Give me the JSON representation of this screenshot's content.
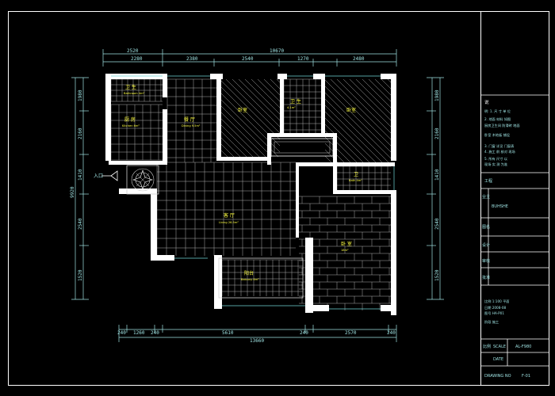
{
  "drawing": {
    "top_dims_outer": [
      "2520",
      "10670"
    ],
    "top_dims_inner": [
      "2280",
      "2380",
      "2540",
      "1270",
      "2480"
    ],
    "bottom_dims_inner": [
      "240",
      "1260",
      "240",
      "5610",
      "240",
      "2570",
      "240"
    ],
    "bottom_dims_outer": [
      "13660"
    ],
    "left_dims": [
      "1980",
      "2160",
      "1410",
      "2540",
      "1520"
    ],
    "left_total": "9920",
    "right_dims": [
      "1980",
      "2160",
      "1410",
      "2540",
      "1520"
    ],
    "entrance_label": "入口",
    "rooms": [
      {
        "label": "卫 生",
        "sub": "Bathroom 4m²"
      },
      {
        "label": "厨 房",
        "sub": "Kitchen 6m²"
      },
      {
        "label": "餐 厅",
        "sub": "Dining 9.5m²"
      },
      {
        "label": "卧室",
        "sub": ""
      },
      {
        "label": "卫 生",
        "sub": "4.1m²"
      },
      {
        "label": "卧室",
        "sub": ""
      },
      {
        "label": "卫",
        "sub": "Bath 4m²"
      },
      {
        "label": "客 厅",
        "sub": "Living 26.5m²"
      },
      {
        "label": "卧 室",
        "sub": "18m²"
      },
      {
        "label": "阳台",
        "sub": "Balcony 6m²"
      }
    ]
  },
  "title_block": {
    "notes_header": "说",
    "notes": [
      "明: 1. 尺 寸 单 位",
      "2. 地面 材料 如图",
      "厨房卫生间 防滑砖 地面",
      "卧室 木地板 铺设",
      "3. 门窗 详见 门窗表",
      "4. 施工 前 核对 现场",
      "5. 所有 尺寸 以",
      "   现场 实 测 为准"
    ],
    "project_label": "工程",
    "client_label": "业主",
    "client_value": "BUHSHE",
    "drawing_name_label": "图名",
    "designer_label": "设计",
    "reviewer_label": "审核",
    "approve_label": "批准",
    "remarks": [
      "比例 1:100 平面",
      "日期 2008-08",
      "图号 HA-P01",
      "阶段 施工"
    ],
    "scale_label": "比例",
    "scale_value": "SCALE",
    "scale_ratio": "AL-F980",
    "date_label": "DATE",
    "drawing_no_label": "DRAWING NO",
    "drawing_no_value": "F-01"
  }
}
